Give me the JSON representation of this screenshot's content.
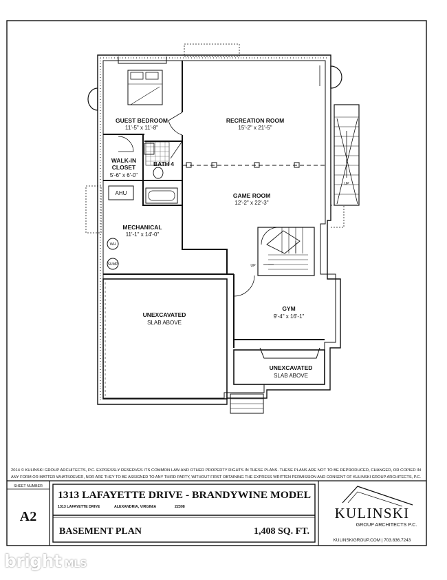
{
  "rooms": {
    "guest_bedroom": {
      "name": "GUEST BEDROOM",
      "dims": "11'-5\" x 11'-8\""
    },
    "recreation_room": {
      "name": "RECREATION ROOM",
      "dims": "15'-2\" x 21'-5\""
    },
    "walk_in_closet": {
      "name1": "WALK-IN",
      "name2": "CLOSET",
      "dims": "5'-6\" x 6'-0\""
    },
    "bath": {
      "name": "BATH 4"
    },
    "game_room": {
      "name": "GAME ROOM",
      "dims": "12'-2\" x 22'-3\""
    },
    "mechanical": {
      "name": "MECHANICAL",
      "dims": "11'-1\" x 14'-0\""
    },
    "gym": {
      "name": "GYM",
      "dims": "9'-4\" x 16'-1\""
    },
    "unexcavated_large": {
      "name": "UNEXCAVATED",
      "note": "SLAB ABOVE"
    },
    "unexcavated_small": {
      "name": "UNEXCAVATED",
      "note": "SLAB ABOVE"
    }
  },
  "equipment": {
    "ahu": "AHU",
    "wh": "WH",
    "sump": "SUMP"
  },
  "stairs": {
    "up_right": "UP",
    "up_main": "UP"
  },
  "copyright": {
    "line1": "2014 © KULINSKI GROUP ARCHITECTS, P.C. EXPRESSLY RESERVES ITS COMMON LAW AND OTHER PROPERTY RIGHTS IN THESE PLANS. THESE PLANS ARE NOT TO BE REPRODUCED, CHANGED, OR COPIED IN",
    "line2": "ANY FORM OR MATTER WHATSOEVER, NOR ARE THEY TO BE ASSIGNED TO ANY THIRD PARTY, WITHOUT FIRST OBTAINING THE EXPRESS WRITTEN PERMISSION AND CONSENT OF KULINSKI GROUP ARCHITECTS, P.C."
  },
  "title_block": {
    "sheet_number_label": "SHEET NUMBER",
    "sheet_number": "A2",
    "project_title": "1313 LAFAYETTE DRIVE - BRANDYWINE MODEL",
    "address_street": "1313 LAFAYETTE DRIVE",
    "address_city": "ALEXANDRIA, VIRGINIA",
    "address_zip": "22308",
    "sheet_title": "BASEMENT PLAN",
    "area": "1,408 SQ. FT.",
    "firm_name": "KULINSKI",
    "firm_sub": "GROUP ARCHITECTS P.C.",
    "firm_contact": "KULINSKIGROUP.COM | 703.836.7243"
  },
  "watermark": {
    "word1": "bright",
    "word2": "MLS"
  }
}
